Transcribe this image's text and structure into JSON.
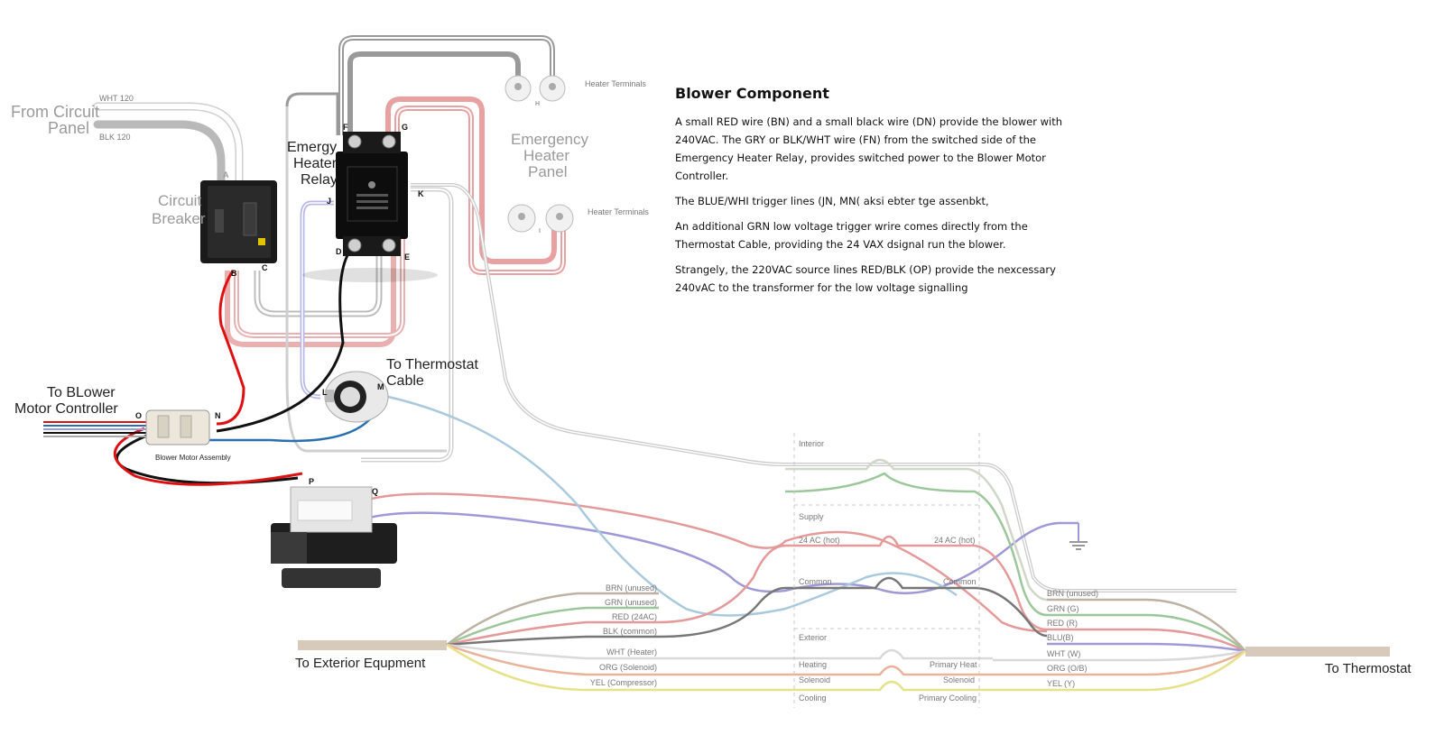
{
  "info": {
    "title": "Blower Component",
    "paragraphs": [
      "A small RED wire (BN) and a small black wire (DN) provide the blower with 240VAC. The GRY or BLK/WHT wire (FN) from the switched side of the Emergency Heater Relay, provides switched power to the Blower Motor Controller.",
      "The BLUE/WHI trigger lines (JN, MN( aksi ebter tge assenbkt,",
      "An additional GRN low voltage trigger wrire comes directly from the Thermostat Cable, providing the 24 VAX dsignal run the blower.",
      " Strangely, the 220VAC source lines RED/BLK (OP) provide the nexcessary 240vAC to the transformer for the low voltage signalling"
    ]
  },
  "labels": {
    "from_circuit_panel_1": "From Circuit",
    "from_circuit_panel_2": "Panel",
    "wht120": "WHT 120",
    "blk120": "BLK 120",
    "circuit_breaker_1": "Circuit",
    "circuit_breaker_2": "Breaker",
    "relay_1": "Emergy",
    "relay_2": "Heater",
    "relay_3": "Relay",
    "heater_terminals_top": "Heater Terminals",
    "heater_terminals_bottom": "Heater Terminals",
    "heater_panel_1": "Emergency",
    "heater_panel_2": "Heater",
    "heater_panel_3": "Panel",
    "to_thermostat_cable_1": "To Thermostat",
    "to_thermostat_cable_2": "Cable",
    "to_blower_1": "To BLower",
    "to_blower_2": "Motor Controller",
    "blower_assembly": "Blower Motor Assembly",
    "to_exterior": "To Exterior Equpment",
    "to_thermostat": "To Thermostat",
    "interior": "Interior",
    "supply": "Supply",
    "exterior": "Exterior",
    "ac_hot_left": "24 AC (hot)",
    "ac_hot_right": "24 AC (hot)",
    "common_left": "Common",
    "common_right": "Common",
    "heating": "Heating",
    "primary_heat": "Primary Heat",
    "solenoid_left": "Solenoid",
    "solenoid_right": "Solenoid",
    "cooling": "Cooling",
    "primary_cooling": "Primary Cooling"
  },
  "terminal_letters": {
    "A": "A",
    "B": "B",
    "C": "C",
    "D": "D",
    "E": "E",
    "F": "F",
    "G": "G",
    "H": "H",
    "I": "I",
    "J": "J",
    "K": "K",
    "L": "L",
    "M": "M",
    "N": "N",
    "O": "O",
    "P": "P",
    "Q": "Q"
  },
  "exterior_wires": [
    {
      "label": "BRN (unused)",
      "color": "#bdb2a2"
    },
    {
      "label": "GRN (unused)",
      "color": "#9cc79a"
    },
    {
      "label": "RED (24AC)",
      "color": "#e59a9a"
    },
    {
      "label": "BLK (common)",
      "color": "#777777"
    },
    {
      "label": "WHT (Heater)",
      "color": "#d9d9d9"
    },
    {
      "label": "ORG (Solenoid)",
      "color": "#eab29a"
    },
    {
      "label": "YEL (Compressor)",
      "color": "#e6e28a"
    }
  ],
  "thermostat_wires": [
    {
      "label": "BRN (unused)",
      "color": "#bdb2a2"
    },
    {
      "label": "GRN (G)",
      "color": "#9cc79a"
    },
    {
      "label": "RED (R)",
      "color": "#e59a9a"
    },
    {
      "label": "BLU(B)",
      "color": "#9e9ad8"
    },
    {
      "label": "WHT (W)",
      "color": "#d9d9d9"
    },
    {
      "label": "ORG (O/B)",
      "color": "#eab29a"
    },
    {
      "label": "YEL (Y)",
      "color": "#e6e28a"
    }
  ]
}
